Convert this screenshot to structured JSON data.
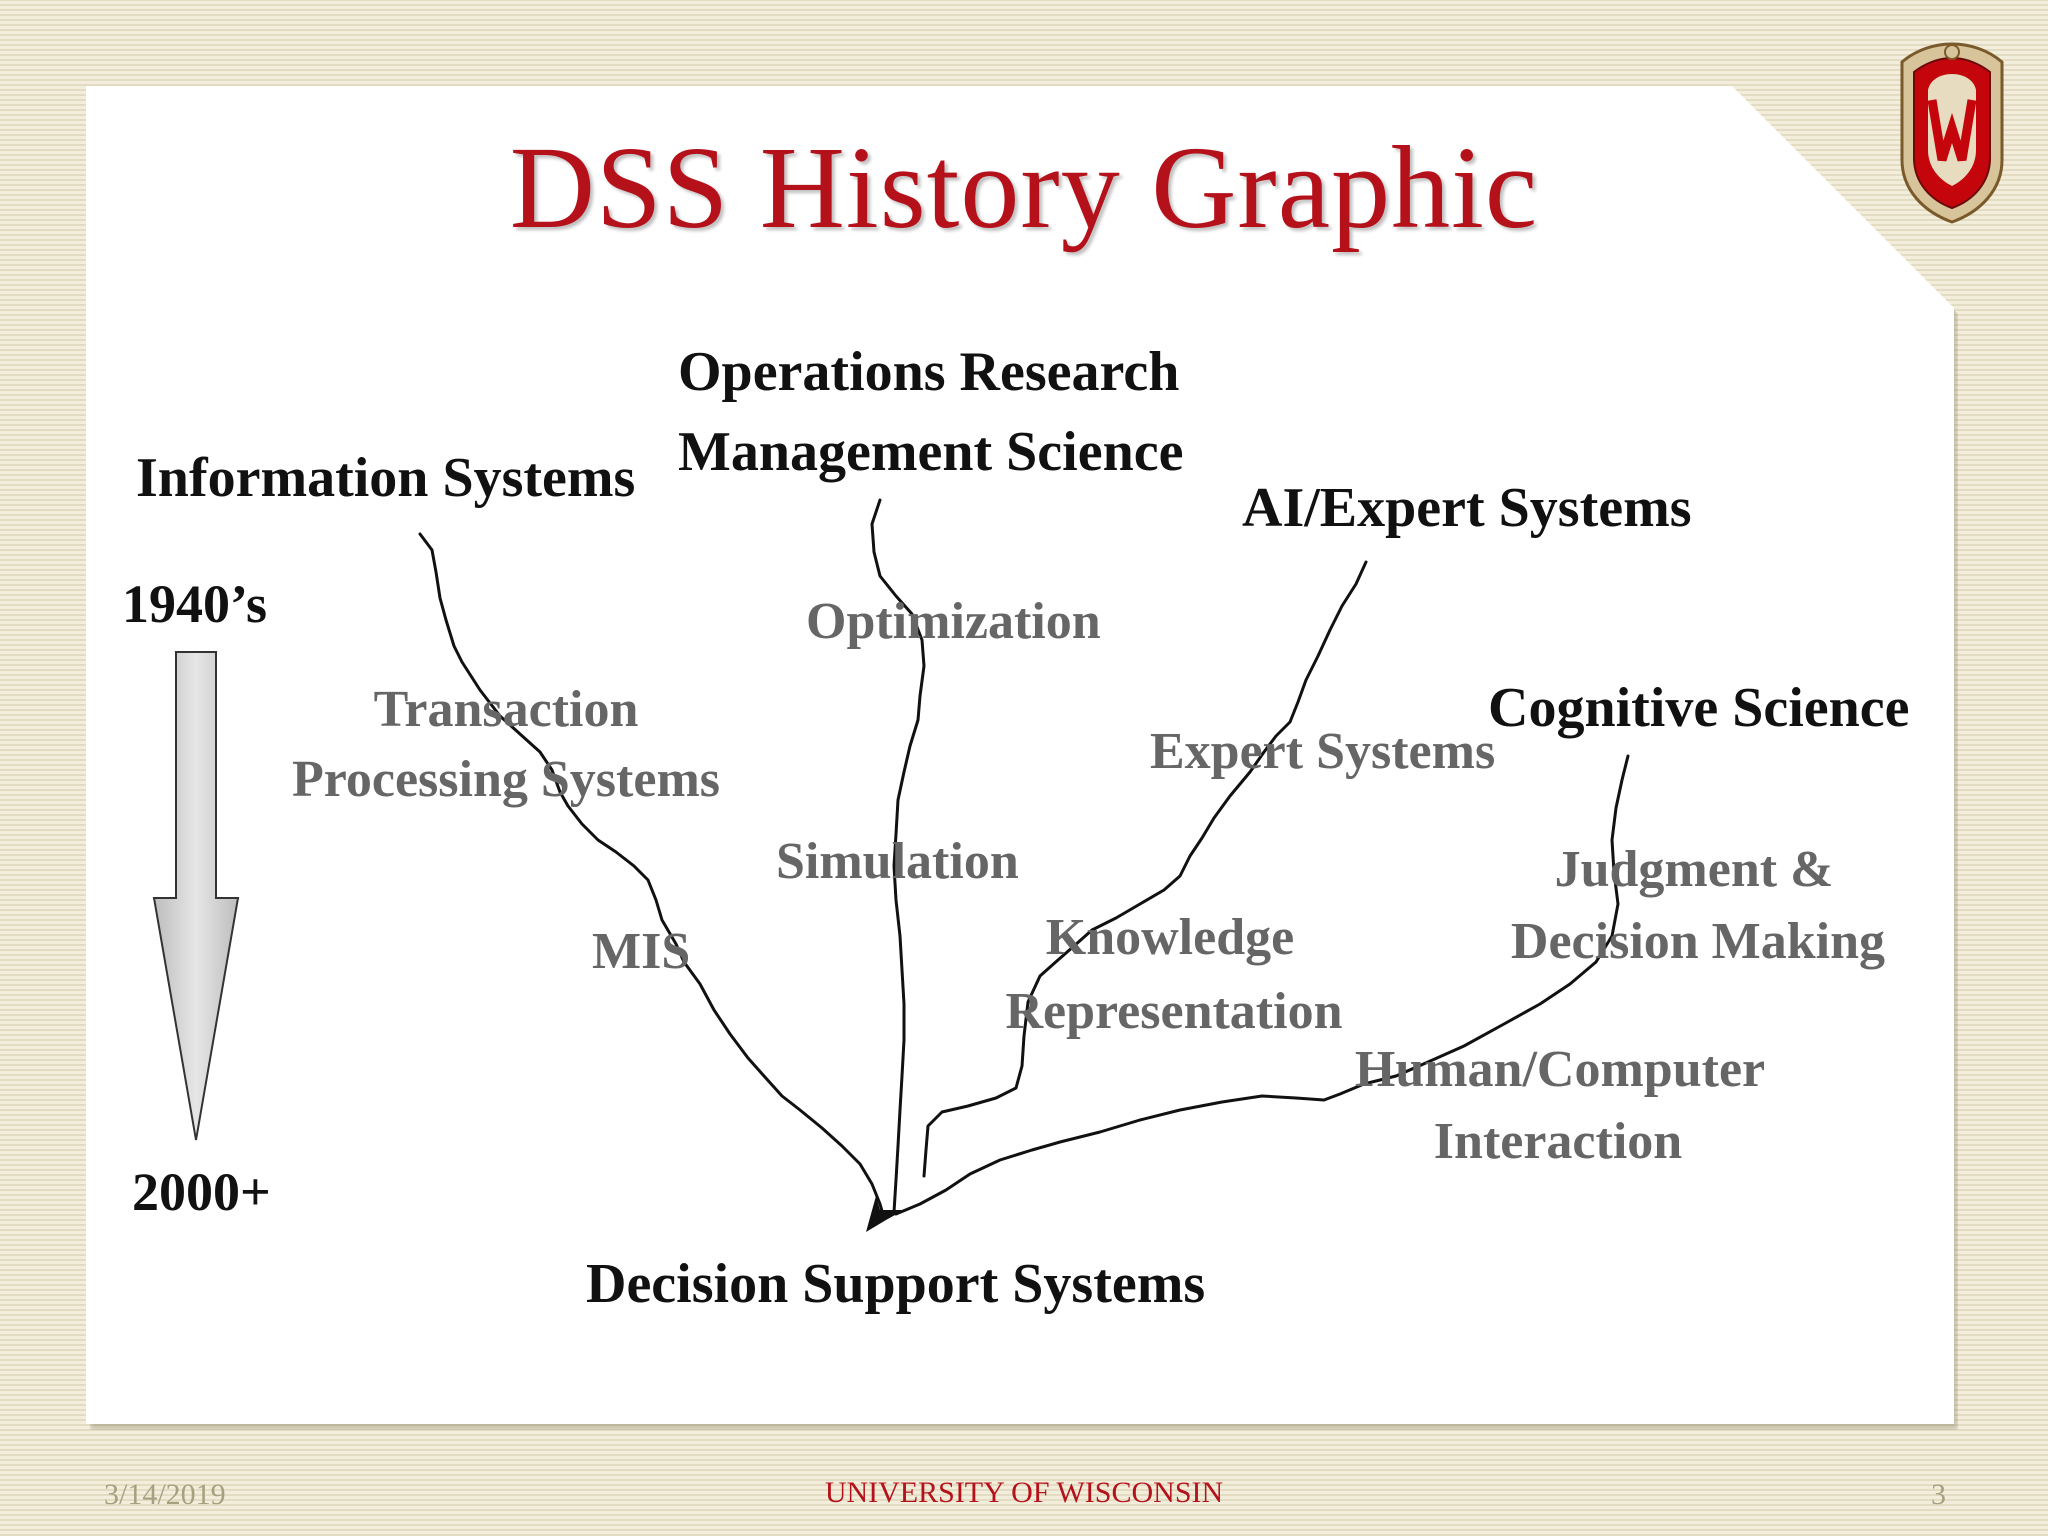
{
  "slide": {
    "title": "DSS History Graphic"
  },
  "diagram": {
    "roots": {
      "information_systems": "Information Systems",
      "or_line1": "Operations Research",
      "or_line2": "Management Science",
      "ai_expert": "AI/Expert Systems",
      "cognitive_science": "Cognitive Science"
    },
    "intermediates": {
      "transaction_line1": "Transaction",
      "transaction_line2": "Processing Systems",
      "mis": "MIS",
      "optimization": "Optimization",
      "simulation": "Simulation",
      "expert_systems": "Expert Systems",
      "knowledge_line1": "Knowledge",
      "knowledge_line2": "Representation",
      "judgment_line1": "Judgment &",
      "judgment_line2": "Decision Making",
      "hci_line1": "Human/Computer",
      "hci_line2": "Interaction"
    },
    "target": "Decision Support Systems",
    "timeline": {
      "start": "1940’s",
      "end": "2000+"
    }
  },
  "footer": {
    "date": "3/14/2019",
    "organization": "UNIVERSITY OF WISCONSIN",
    "page_number": "3"
  },
  "colors": {
    "title": "#b5111b",
    "crest": "#c5050c"
  }
}
